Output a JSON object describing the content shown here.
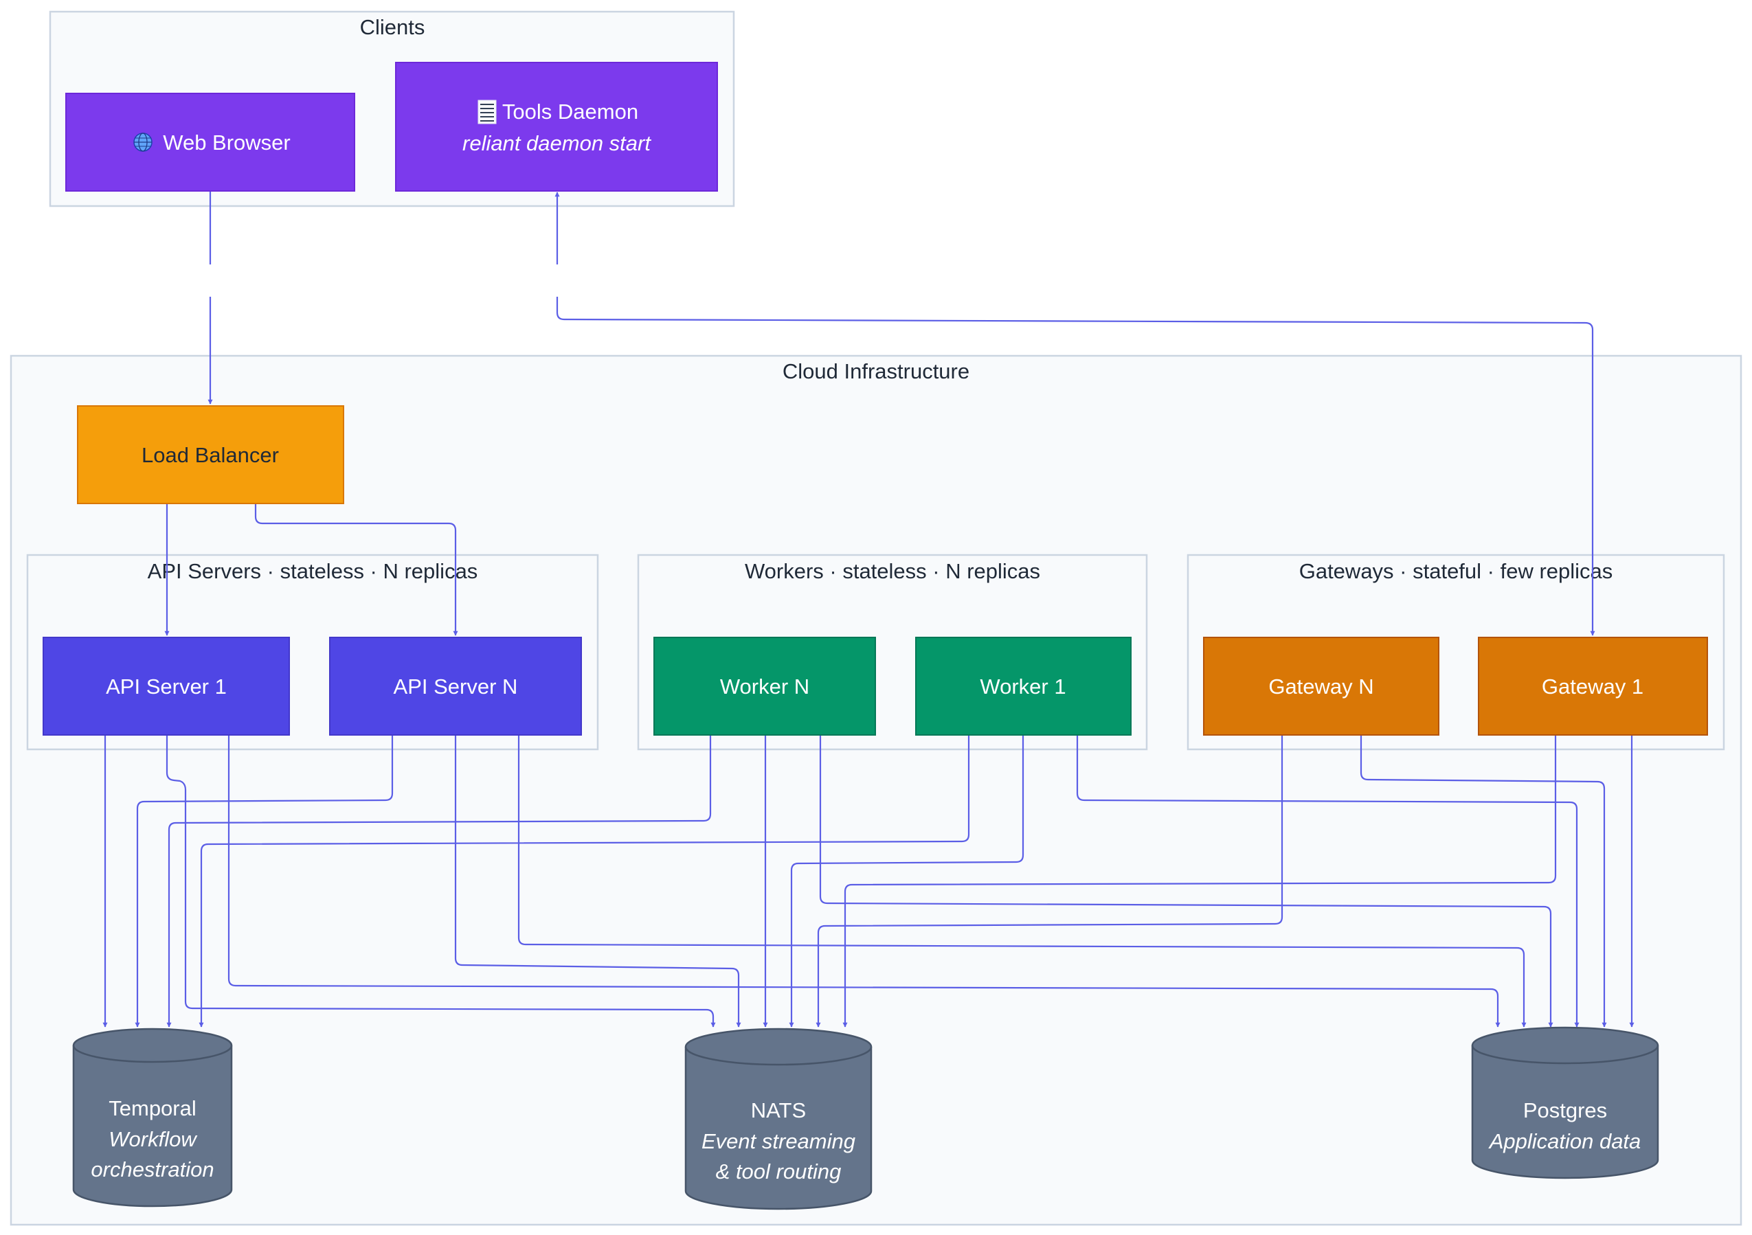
{
  "clusters": {
    "clients": "Clients",
    "cloud": "Cloud Infrastructure",
    "api": "API Servers · stateless · N replicas",
    "workers": "Workers · stateless · N replicas",
    "gateways": "Gateways · stateful · few replicas"
  },
  "nodes": {
    "web_browser": {
      "label": "Web Browser",
      "icon": "globe-icon"
    },
    "tools_daemon": {
      "label": "Tools Daemon",
      "sublabel": "reliant daemon start",
      "icon": "server-rack-icon"
    },
    "load_balancer": {
      "label": "Load Balancer"
    },
    "api_server_1": {
      "label": "API Server 1"
    },
    "api_server_n": {
      "label": "API Server N"
    },
    "worker_n": {
      "label": "Worker N"
    },
    "worker_1": {
      "label": "Worker 1"
    },
    "gateway_n": {
      "label": "Gateway N"
    },
    "gateway_1": {
      "label": "Gateway 1"
    },
    "temporal": {
      "label": "Temporal",
      "sub1": "Workflow",
      "sub2": "orchestration"
    },
    "nats": {
      "label": "NATS",
      "sub1": "Event streaming",
      "sub2": "& tool routing"
    },
    "postgres": {
      "label": "Postgres",
      "sub1": "Application data"
    }
  },
  "edges": [
    [
      "web_browser",
      "load_balancer"
    ],
    [
      "gateway_1",
      "tools_daemon"
    ],
    [
      "load_balancer",
      "api_server_1"
    ],
    [
      "load_balancer",
      "api_server_n"
    ],
    [
      "api_server_1",
      "temporal"
    ],
    [
      "api_server_1",
      "nats"
    ],
    [
      "api_server_1",
      "postgres"
    ],
    [
      "api_server_n",
      "temporal"
    ],
    [
      "api_server_n",
      "nats"
    ],
    [
      "api_server_n",
      "postgres"
    ],
    [
      "worker_n",
      "temporal"
    ],
    [
      "worker_n",
      "nats"
    ],
    [
      "worker_n",
      "postgres"
    ],
    [
      "worker_1",
      "temporal"
    ],
    [
      "worker_1",
      "nats"
    ],
    [
      "worker_1",
      "postgres"
    ],
    [
      "gateway_n",
      "nats"
    ],
    [
      "gateway_n",
      "postgres"
    ],
    [
      "gateway_1",
      "nats"
    ],
    [
      "gateway_1",
      "postgres"
    ]
  ],
  "colors": {
    "client_node": "#7c3aed",
    "load_balancer": "#f59e0b",
    "api_server": "#4f46e5",
    "worker": "#059669",
    "gateway": "#d97706",
    "datastore": "#64748b",
    "edge": "#5b5ee6",
    "cluster_fill": "#f8fafc",
    "cluster_border": "#cbd5e1"
  }
}
